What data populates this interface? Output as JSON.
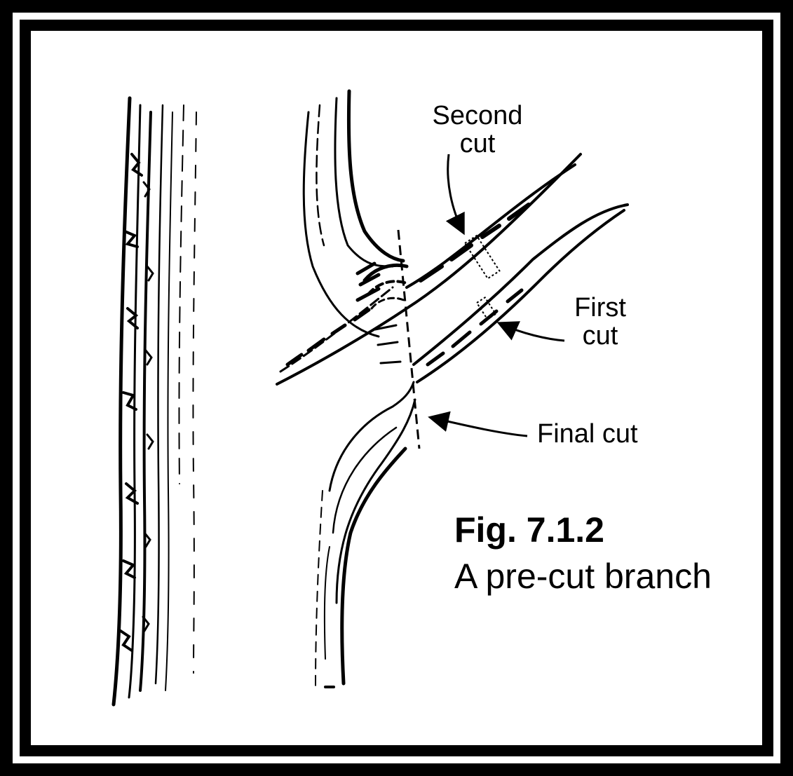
{
  "labels": {
    "second_cut": "Second\ncut",
    "second_cut_line1": "Second",
    "second_cut_line2": "cut",
    "first_cut_line1": "First",
    "first_cut_line2": "cut",
    "final_cut": "Final cut"
  },
  "figure": {
    "number": "Fig. 7.1.2",
    "caption": "A pre-cut branch"
  },
  "colors": {
    "ink": "#000000",
    "paper": "#ffffff",
    "frame": "#000000"
  }
}
